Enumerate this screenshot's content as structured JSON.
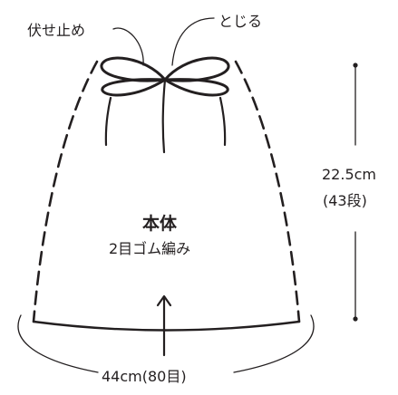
{
  "labels": {
    "bind_off": "伏せ止め",
    "gather": "とじる",
    "part_name": "本体",
    "stitch": "2目ゴム編み",
    "height_cm": "22.5cm",
    "height_rows": "(43段)",
    "width": "44cm(80目)"
  },
  "colors": {
    "line": "#231f20",
    "background": "#ffffff"
  },
  "icons": {
    "knit_direction": "up-arrow-icon",
    "gather_bow": "bow-icon"
  }
}
